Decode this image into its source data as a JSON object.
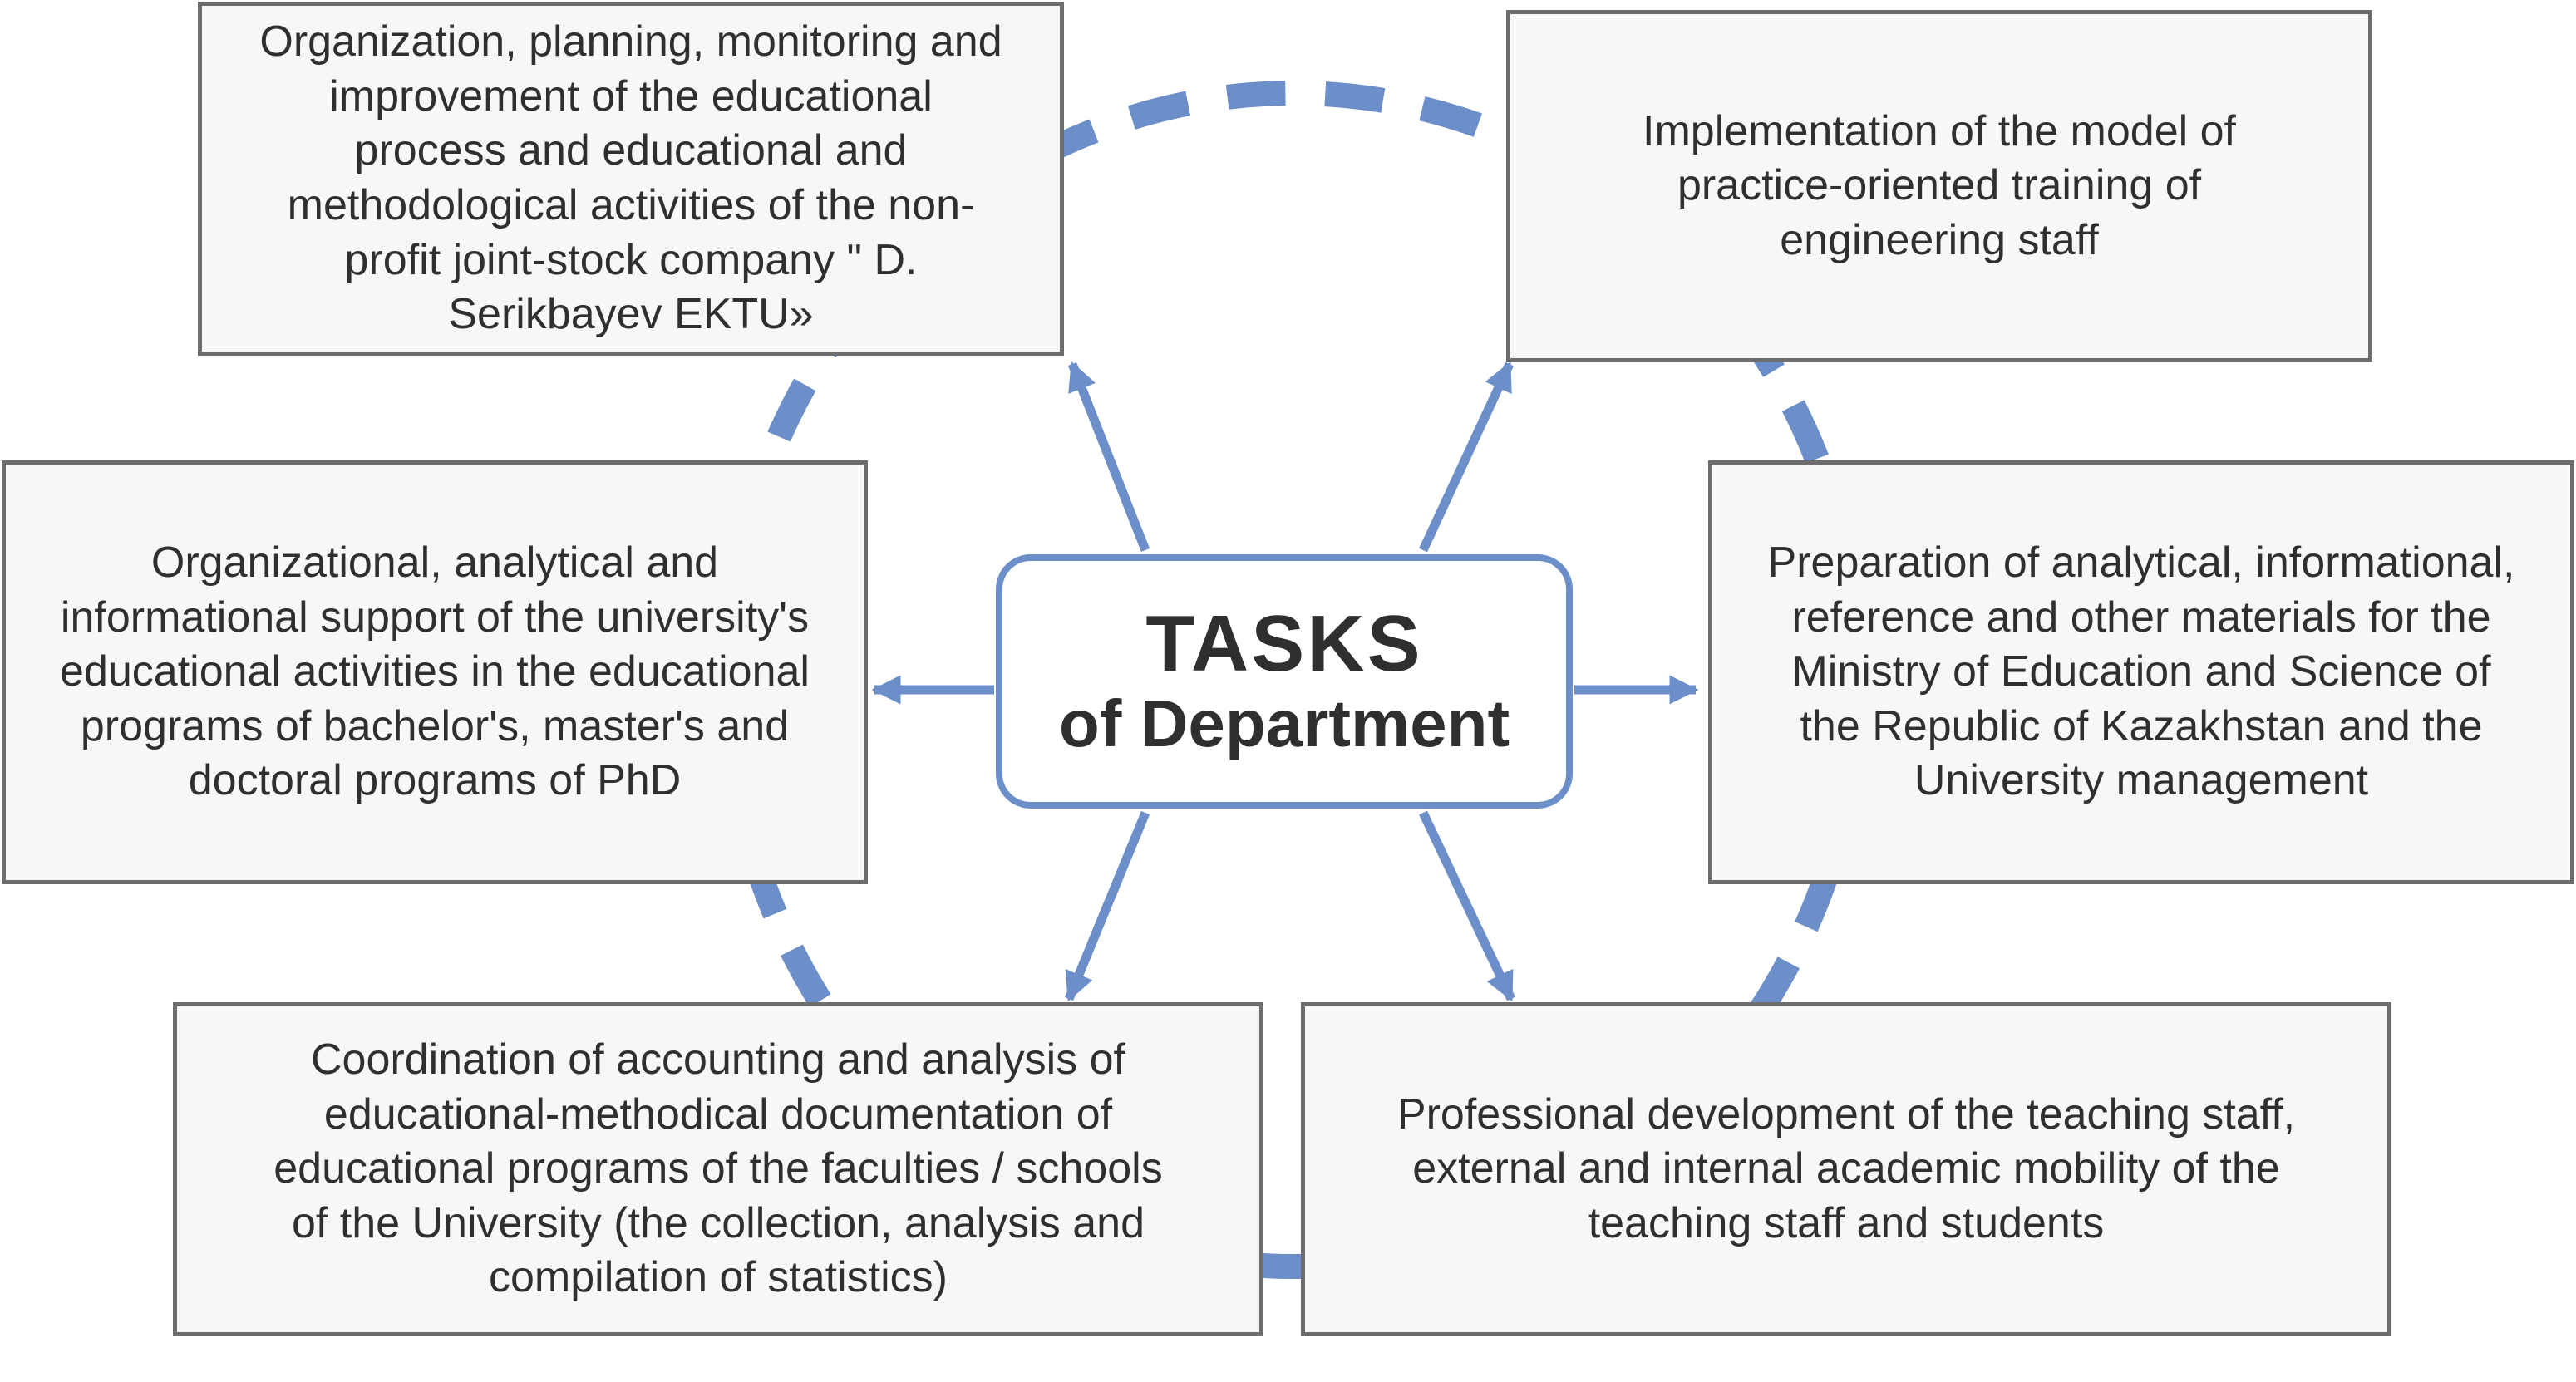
{
  "center": {
    "title": "TASKS",
    "subtitle": "of Department"
  },
  "tasks": [
    {
      "id": "top-left",
      "lines": [
        "Organization, planning, monitoring and",
        "improvement of the educational",
        "process and educational and",
        "methodological activities of the non-",
        "profit joint-stock company \" D.",
        "Serikbayev EKTU»"
      ]
    },
    {
      "id": "top-right",
      "lines": [
        "Implementation of the model of",
        "practice-oriented training of",
        "engineering staff"
      ]
    },
    {
      "id": "mid-left",
      "lines": [
        "Organizational, analytical and",
        "informational support of the university's",
        "educational activities in the educational",
        "programs of bachelor's, master's and",
        "doctoral programs of PhD"
      ]
    },
    {
      "id": "mid-right",
      "lines": [
        "Preparation of analytical, informational,",
        "reference and other materials for the",
        "Ministry of Education and Science of",
        "the Republic of Kazakhstan and the",
        "University management"
      ]
    },
    {
      "id": "bottom-left",
      "lines": [
        "Coordination of accounting and analysis of",
        "educational-methodical documentation of",
        "educational programs of the faculties / schools",
        "of the University (the collection, analysis and",
        "compilation of statistics)"
      ]
    },
    {
      "id": "bottom-right",
      "lines": [
        "Professional development of the teaching staff,",
        "external and internal academic mobility of the",
        "teaching staff and students"
      ]
    }
  ],
  "colors": {
    "accent": "#6c8fc9",
    "box_border": "#6d6d6d",
    "box_fill": "#f7f7f7",
    "text": "#2f2f2f"
  }
}
